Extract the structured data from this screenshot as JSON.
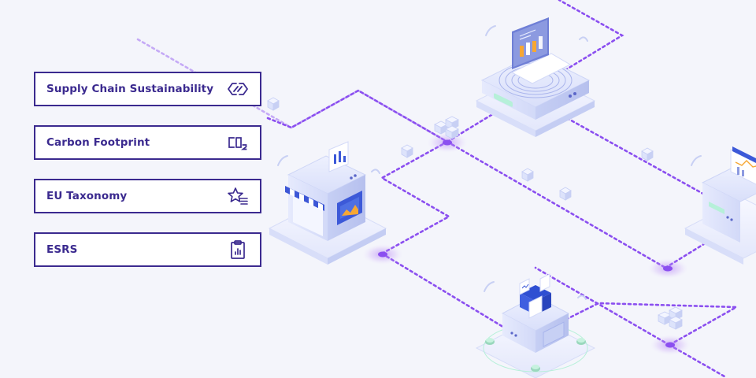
{
  "colors": {
    "background": "#f4f5fb",
    "accent": "#3b2a8f",
    "connector": "#8b4ff0",
    "node_glow": "#a56cf2",
    "device_body": "#dfe4fb",
    "device_shadow": "#c5cdf3"
  },
  "nav": {
    "items": [
      {
        "label": "Supply Chain Sustainability",
        "icon": "chain-link-icon"
      },
      {
        "label": "Carbon Footprint",
        "icon": "co2-icon"
      },
      {
        "label": "EU Taxonomy",
        "icon": "star-list-icon"
      },
      {
        "label": "ESRS",
        "icon": "clipboard-chart-icon"
      }
    ]
  },
  "illustration": {
    "devices": [
      "dashboard-device-icon",
      "storefront-device-icon",
      "factory-device-icon",
      "analytics-device-icon"
    ],
    "connector_style": "dotted"
  }
}
